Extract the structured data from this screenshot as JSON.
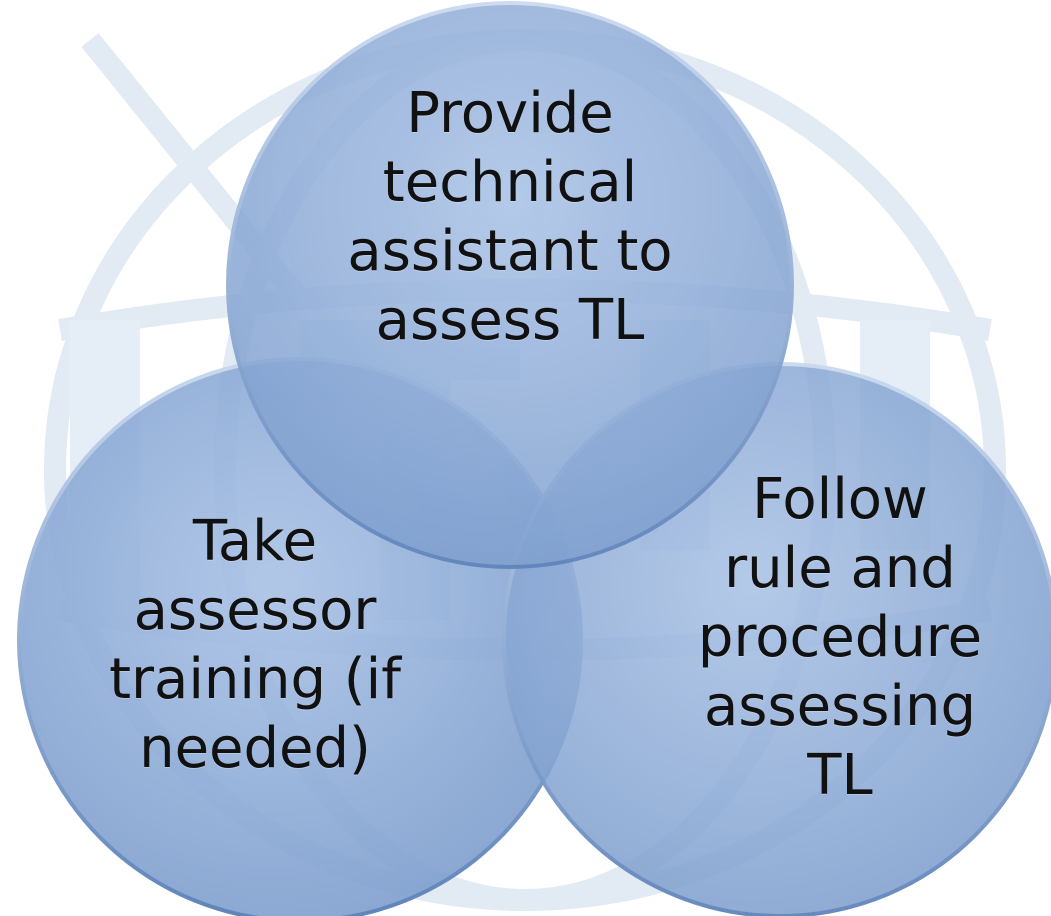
{
  "diagram": {
    "circles": [
      {
        "id": "top",
        "text": "Provide\ntechnical\nassistant to\nassess TL"
      },
      {
        "id": "left",
        "text": "Take\nassessor\ntraining (if\nneeded)"
      },
      {
        "id": "right",
        "text": "Follow\nrule and\nprocedure\nassessing\nTL"
      }
    ]
  },
  "colors": {
    "circle_fill": "#8fb0db",
    "circle_edge": "#6f93c6",
    "overlap": "#7c9ed4",
    "watermark": "#dfe8f3"
  }
}
